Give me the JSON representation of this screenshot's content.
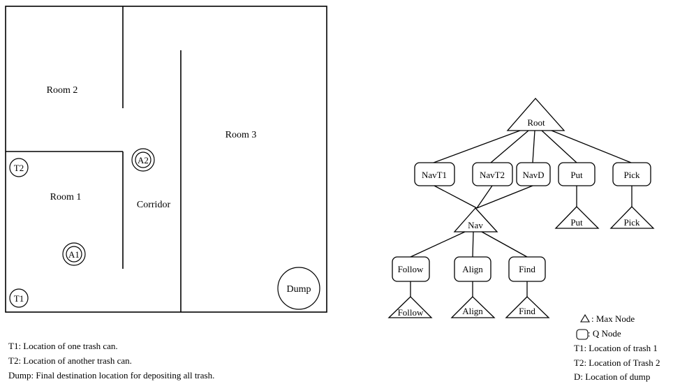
{
  "map": {
    "rooms": {
      "room1": "Room 1",
      "room2": "Room 2",
      "room3": "Room 3",
      "corridor": "Corridor"
    },
    "markers": {
      "t1": "T1",
      "t2": "T2",
      "a1": "A1",
      "a2": "A2",
      "dump": "Dump"
    },
    "legend": [
      "T1: Location of one trash can.",
      "T2: Location of another trash can.",
      "Dump: Final destination location for depositing all trash."
    ]
  },
  "hierarchy": {
    "root": "Root",
    "q_nodes": {
      "navt1": "NavT1",
      "navt2": "NavT2",
      "navd": "NavD",
      "put": "Put",
      "pick": "Pick",
      "follow": "Follow",
      "align": "Align",
      "find": "Find"
    },
    "max_nodes": {
      "nav": "Nav",
      "put": "Put",
      "pick": "Pick",
      "follow": "Follow",
      "align": "Align",
      "find": "Find"
    },
    "legend": {
      "max_node": ": Max Node",
      "q_node": ": Q Node",
      "t1": "T1: Location of trash 1",
      "t2": "T2: Location of Trash 2",
      "d": "D: Location of dump"
    }
  }
}
